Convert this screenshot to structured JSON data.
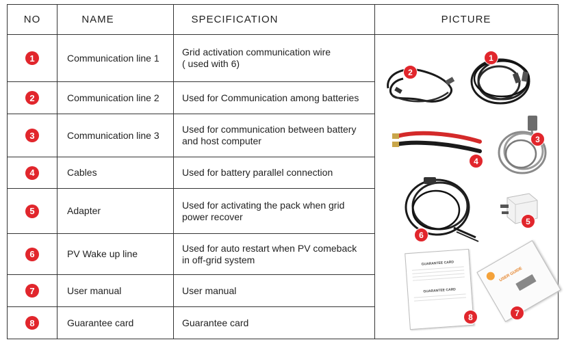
{
  "header": {
    "no": "NO",
    "name": "NAME",
    "specification": "SPECIFICATION",
    "picture": "PICTURE"
  },
  "rows": [
    {
      "no": "1",
      "name": "Communication line 1",
      "spec": [
        "Grid activation communication wire",
        "( used with 6)"
      ]
    },
    {
      "no": "2",
      "name": "Communication line 2",
      "spec": [
        "Used for Communication among batteries"
      ]
    },
    {
      "no": "3",
      "name": "Communication line 3",
      "spec": [
        "Used for communication between battery",
        "and host computer"
      ]
    },
    {
      "no": "4",
      "name": "Cables",
      "spec": [
        "Used for battery parallel connection"
      ]
    },
    {
      "no": "5",
      "name": "Adapter",
      "spec": [
        "Used for activating the pack when grid",
        "power recover"
      ]
    },
    {
      "no": "6",
      "name": "PV Wake up line",
      "spec": [
        "Used for auto restart when PV comeback",
        "in off-grid system"
      ]
    },
    {
      "no": "7",
      "name": "User manual",
      "spec": [
        "User manual"
      ]
    },
    {
      "no": "8",
      "name": "Guarantee card",
      "spec": [
        "Guarantee card"
      ]
    }
  ],
  "picture_labels": [
    "1",
    "2",
    "3",
    "4",
    "5",
    "6",
    "7",
    "8"
  ],
  "card_text": {
    "guarantee_1": "GUARANTEE CARD",
    "guarantee_2": "GUARANTEE CARD",
    "manual": "USER GUIDE"
  },
  "colors": {
    "badge": "#e1262c",
    "border": "#333333",
    "cable_red": "#d42a2a",
    "cable_black": "#1a1a1a",
    "cable_gray": "#8a8a8a"
  }
}
